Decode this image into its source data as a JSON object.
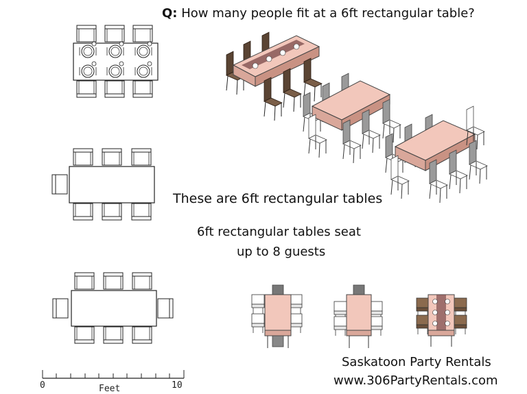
{
  "question": {
    "prefix": "Q:",
    "text": "How many people fit at a 6ft rectangular table?"
  },
  "captions": {
    "tables": "These are 6ft rectangular tables",
    "seat_line1": "6ft rectangular tables seat",
    "seat_line2": "up to 8 guests"
  },
  "scale_bar": {
    "start": "0",
    "label": "Feet",
    "end": "10"
  },
  "branding": {
    "name": "Saskatoon Party Rentals",
    "url": "www.306PartyRentals.com"
  },
  "colors": {
    "tabletop": "#f2c7bb",
    "tabletop_side": "#d9a79a",
    "dark_chair": "#5a4433",
    "grey_chair": "#9a9a9a",
    "runner": "#7a4a4a"
  }
}
